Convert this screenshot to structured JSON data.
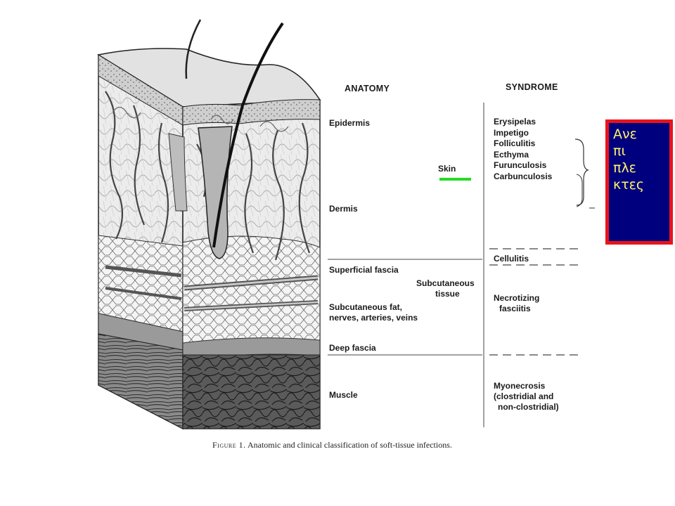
{
  "headers": {
    "anatomy": "ANATOMY",
    "syndrome": "SYNDROME"
  },
  "anatomy_labels": {
    "epidermis": "Epidermis",
    "dermis": "Dermis",
    "skin": "Skin",
    "superficial_fascia": "Superficial fascia",
    "subcutaneous_tissue": [
      "Subcutaneous",
      "tissue"
    ],
    "subcutaneous_fat": [
      "Subcutaneous fat,",
      "nerves, arteries, veins"
    ],
    "deep_fascia": "Deep fascia",
    "muscle": "Muscle"
  },
  "syndromes": {
    "skin_group": [
      "Erysipelas",
      "Impetigo",
      "Folliculitis",
      "Ecthyma",
      "Furunculosis",
      "Carbunculosis"
    ],
    "cellulitis": "Cellulitis",
    "necrotizing": [
      "Necrotizing",
      "fasciitis"
    ],
    "myonecrosis": [
      "Myonecrosis",
      "(clostridial and",
      "non-clostridial)"
    ]
  },
  "caption": {
    "figure": "Figure 1.",
    "text": "Anatomic and clinical classification of soft-tissue infections."
  },
  "greek_box": {
    "lines": [
      "Ανε",
      "πι",
      "πλε",
      "κτες"
    ]
  },
  "colors": {
    "skin_marker": "#22dd22",
    "box_border": "#e8131b",
    "box_fill": "#00007f",
    "box_text": "#fff36b"
  }
}
